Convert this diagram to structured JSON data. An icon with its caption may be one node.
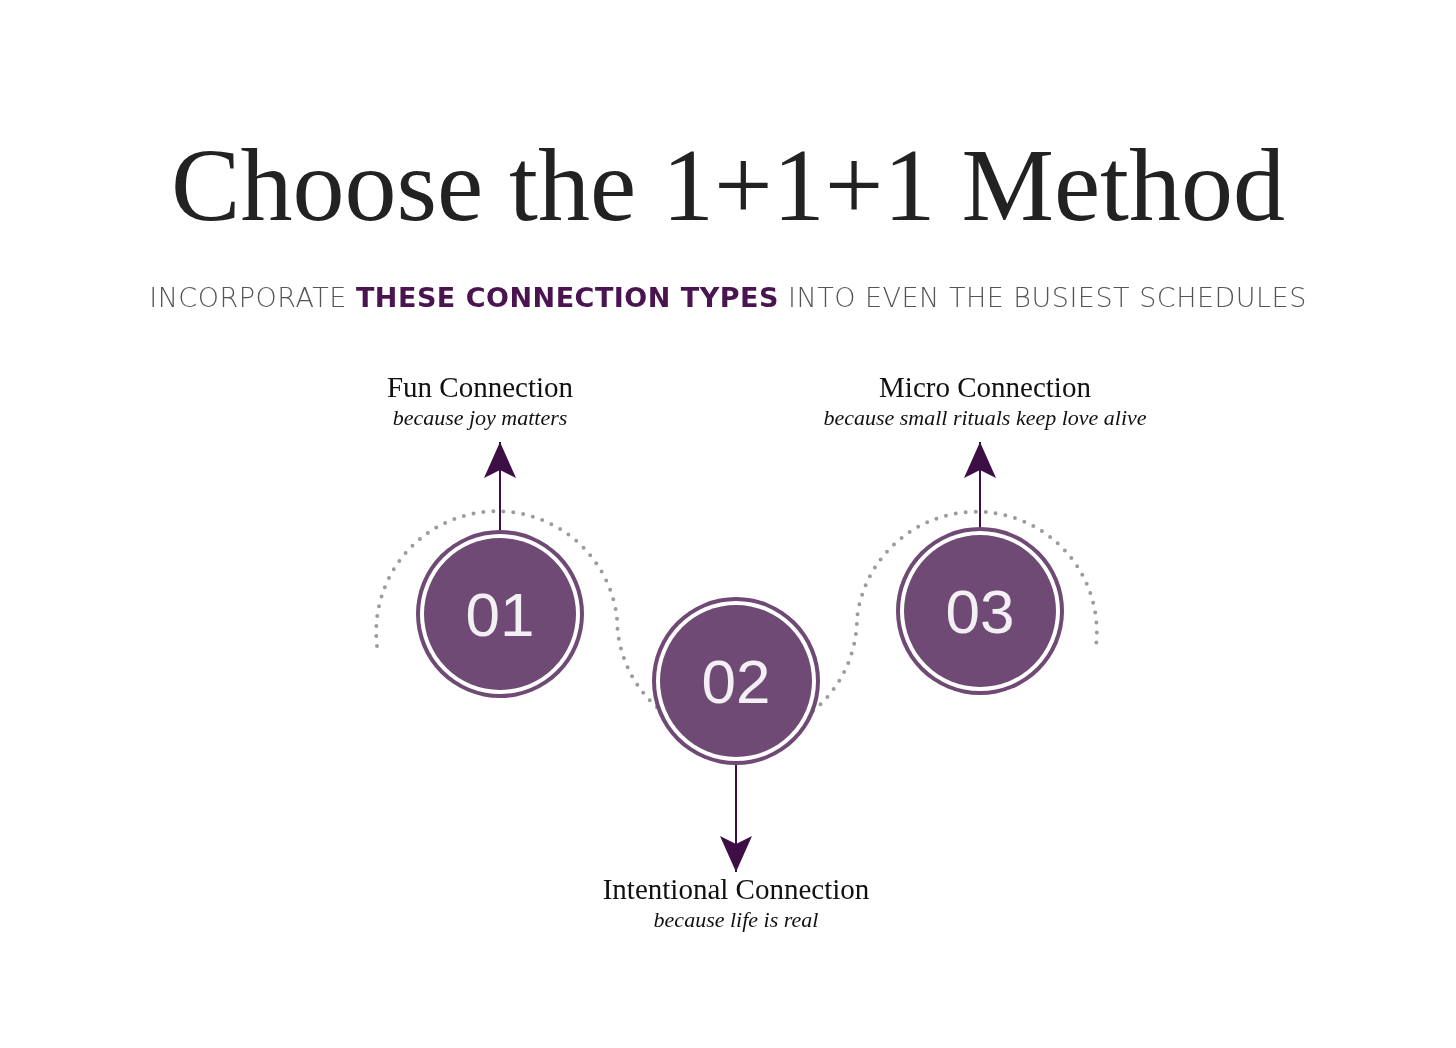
{
  "diagram": {
    "title": "Choose the 1+1+1 Method",
    "caption": "INCORPORATE **THESE CONNECTION TYPES** INTO EVEN THE BUSIEST SCHEDULES",
    "nodes": [
      {
        "text": [
          "Fun Connection",
          "because joy matters"
        ]
      },
      {
        "text": [
          "Micro Connection",
          "because small rituals keep love alive"
        ]
      },
      {
        "text": [
          "01"
        ]
      },
      {
        "text": [
          "02"
        ]
      },
      {
        "text": [
          "03"
        ]
      },
      {
        "text": [
          "Intentional Connection",
          "because life is real"
        ]
      }
    ],
    "edges": [
      {
        "from": 2,
        "to": 0,
        "arrow": "to"
      },
      {
        "from": 4,
        "to": 1,
        "arrow": "to"
      },
      {
        "from": 3,
        "to": 5,
        "arrow": "to"
      }
    ]
  }
}
